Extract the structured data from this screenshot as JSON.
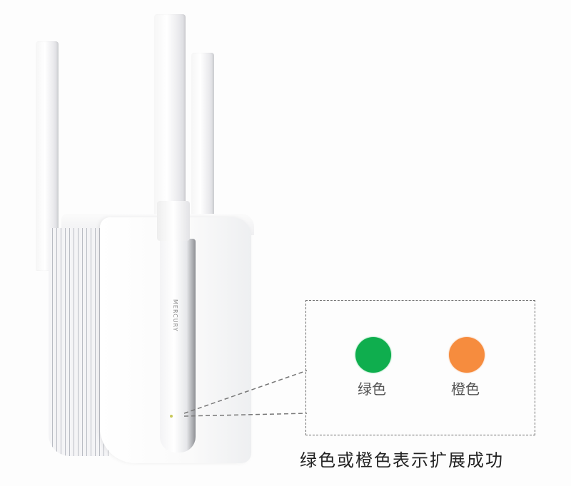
{
  "device": {
    "type": "wifi-range-extender",
    "antenna_count": 3,
    "logo_text": "MERCURY",
    "led_color": "#c8c85a"
  },
  "legend": {
    "items": [
      {
        "label": "绿色",
        "color": "#0fae4e"
      },
      {
        "label": "橙色",
        "color": "#f68c3e"
      }
    ]
  },
  "caption": "绿色或橙色表示扩展成功"
}
